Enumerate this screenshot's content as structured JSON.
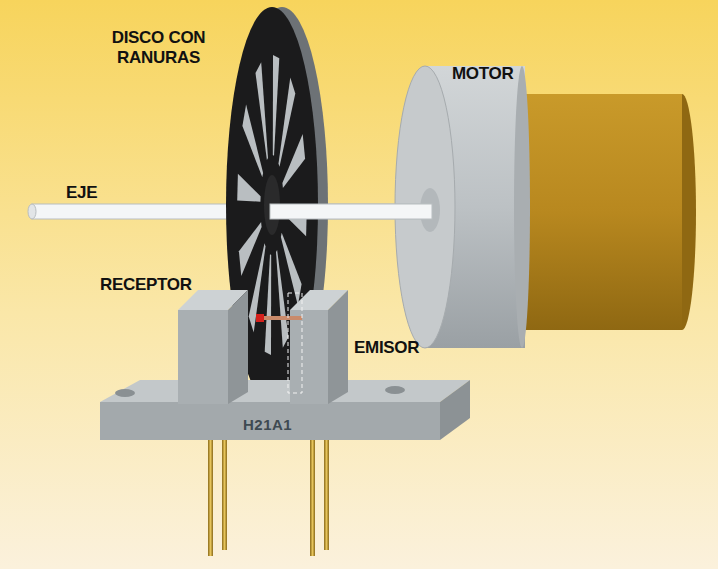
{
  "diagram": {
    "labels": [
      "DISCO CON RANURAS",
      "MOTOR",
      "EJE",
      "RECEPTOR",
      "EMISOR",
      "H21A1"
    ]
  }
}
